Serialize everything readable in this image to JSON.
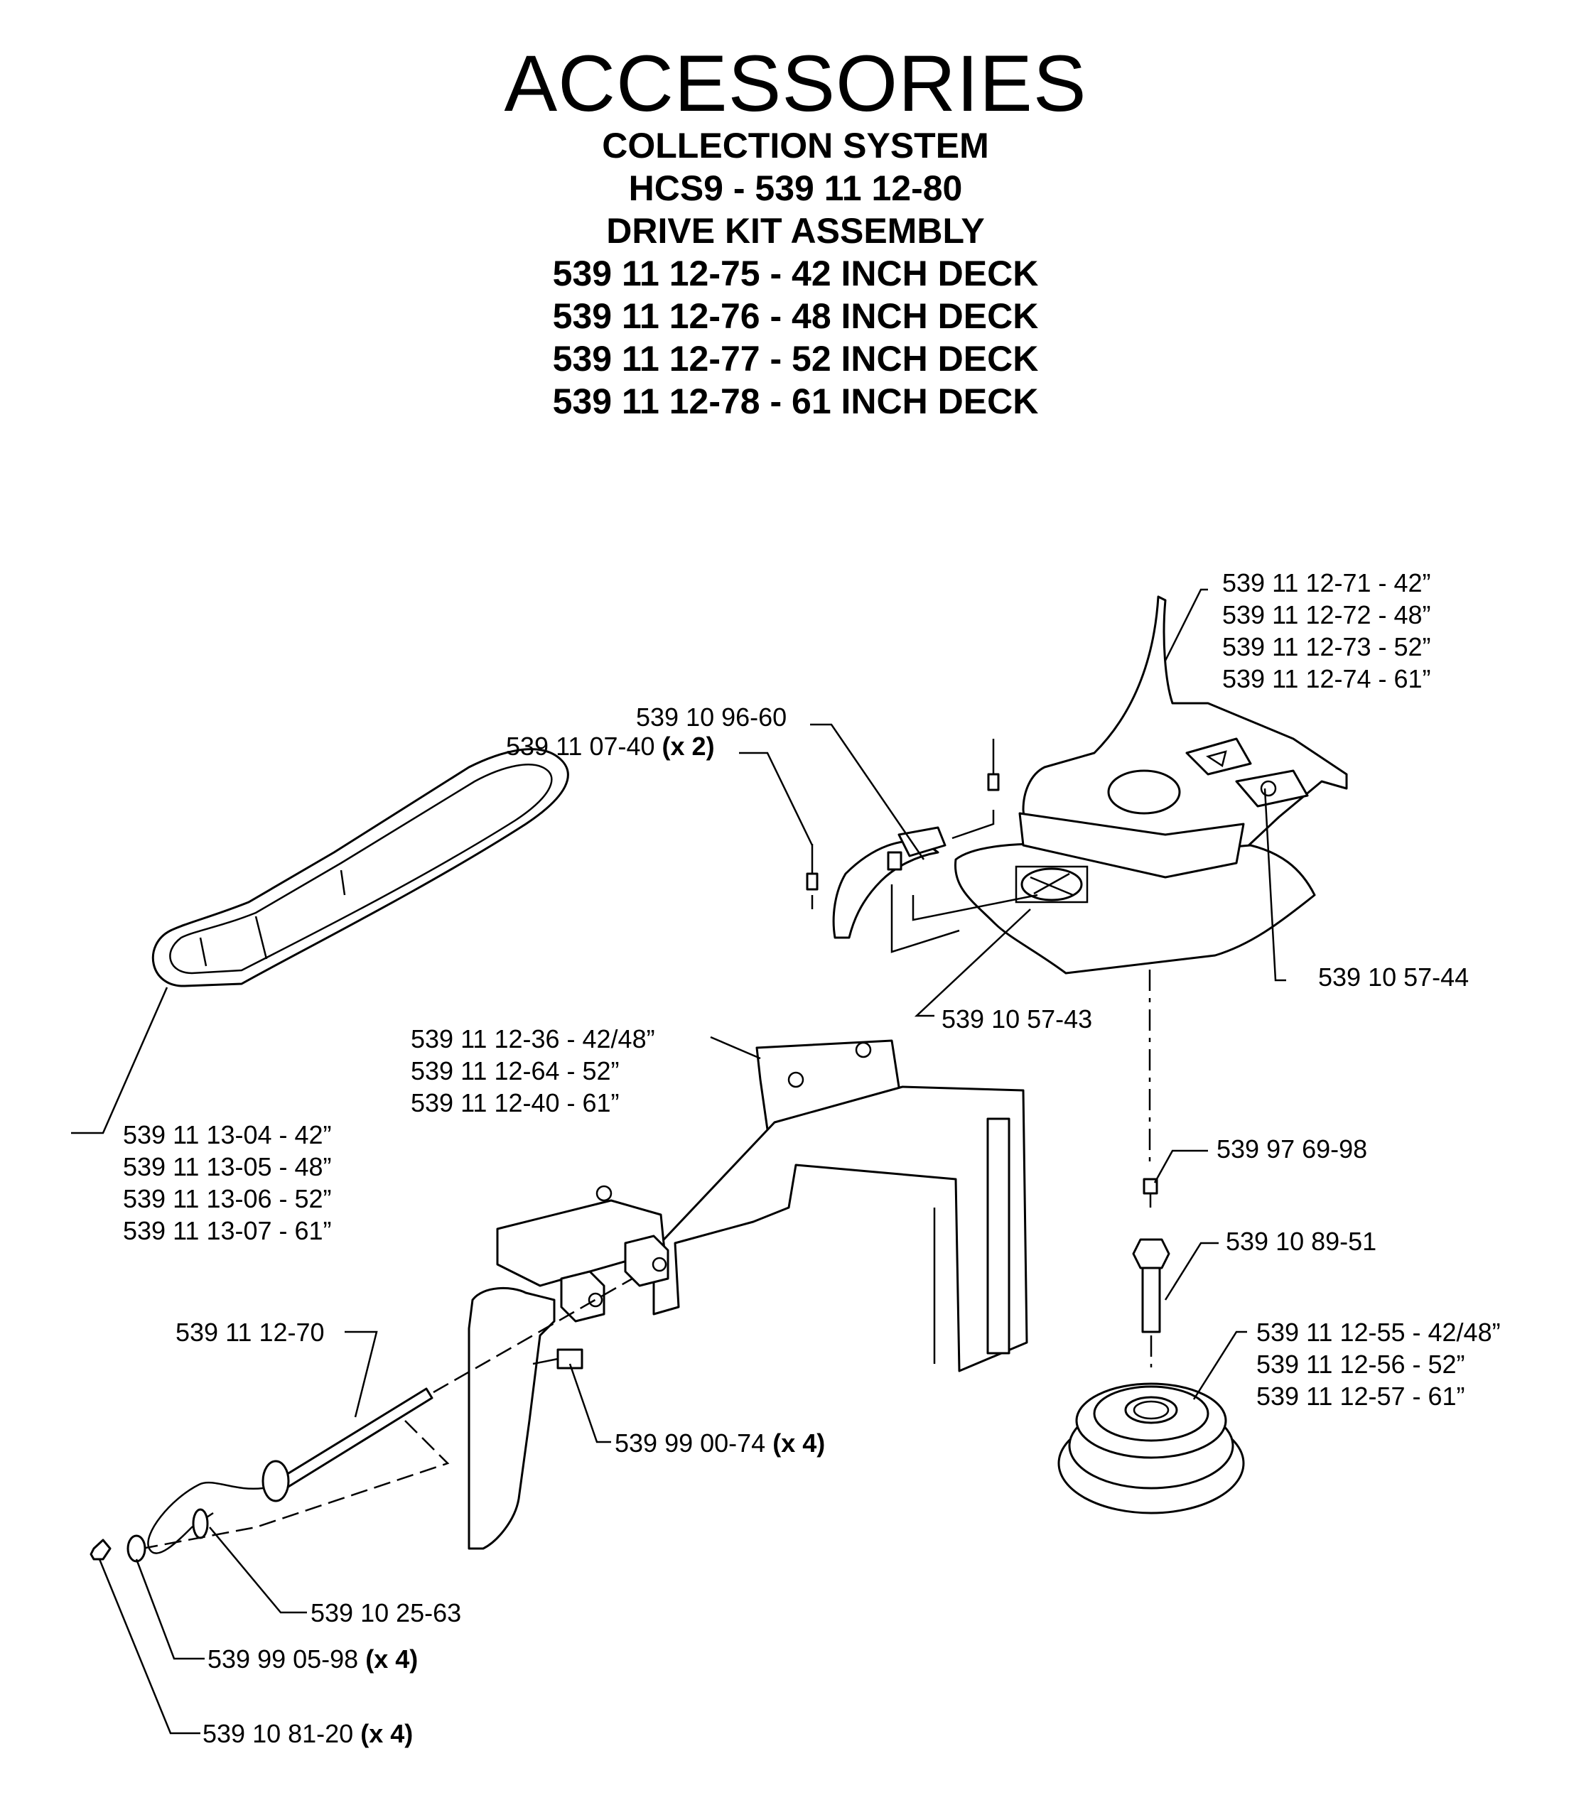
{
  "title": "ACCESSORIES",
  "subtitles": [
    "COLLECTION SYSTEM",
    "HCS9 - 539 11 12-80",
    "DRIVE KIT ASSEMBLY",
    "539 11 12-75 - 42 INCH DECK",
    "539 11 12-76 - 48 INCH DECK",
    "539 11 12-77 - 52 INCH DECK",
    "539 11 12-78 - 61 INCH DECK"
  ],
  "parts": {
    "shield": [
      "539 11 12-71 - 42”",
      "539 11 12-72 - 48”",
      "539 11 12-73 - 52”",
      "539 11 12-74 - 61”"
    ],
    "latch": "539 10 96-60",
    "pins": {
      "number": "539 11 07-40",
      "qty": "(x 2)"
    },
    "decal_44": "539 10 57-44",
    "decal_43": "539 10 57-43",
    "belt": [
      "539 11 13-04 - 42”",
      "539 11 13-05 - 48”",
      "539 11 13-06 - 52”",
      "539 11 13-07 - 61”"
    ],
    "bracket": [
      "539 11 12-36 - 42/48”",
      "539 11 12-64 - 52”",
      "539 11 12-40 - 61”"
    ],
    "fitting": "539 97 69-98",
    "shaft": "539 10 89-51",
    "pulley": [
      "539 11 12-55 - 42/48”",
      "539 11 12-56 - 52”",
      "539 11 12-57 - 61”"
    ],
    "rod": "539 11 12-70",
    "bolt": {
      "number": "539 99 00-74",
      "qty": "(x 4)"
    },
    "lanyard": "539 10 25-63",
    "washer": {
      "number": "539 99 05-98",
      "qty": "(x 4)"
    },
    "nut": {
      "number": "539 10 81-20",
      "qty": "(x 4)"
    }
  }
}
